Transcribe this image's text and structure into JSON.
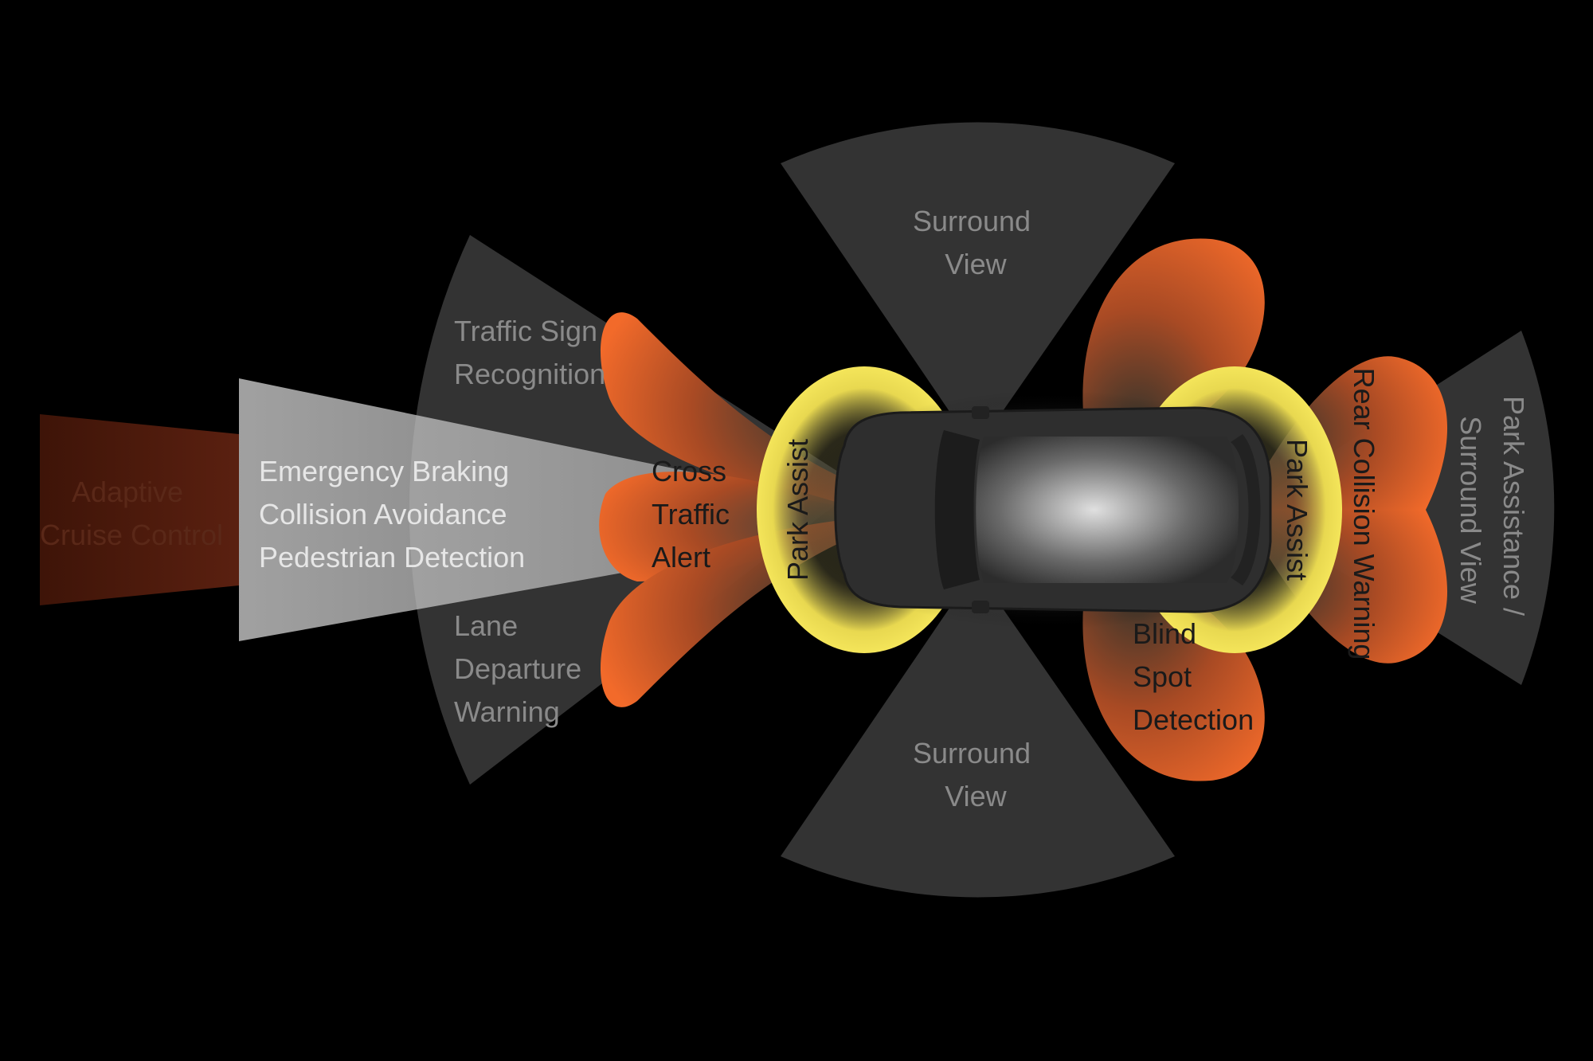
{
  "colors": {
    "background": "#000000",
    "zone_gray": "#333333",
    "beam_light": "#b5b5b5",
    "acc_beam": "#4a1a0c",
    "radar_orange": "#f26a2a",
    "park_assist_yellow": "#f2e24a",
    "car_body": "#3a3a3a"
  },
  "zones": {
    "adaptive_cruise_control": [
      "Adaptive",
      "Cruise Control"
    ],
    "emergency_braking": [
      "Emergency Braking",
      "Collision Avoidance",
      "Pedestrian Detection"
    ],
    "traffic_sign_recognition": [
      "Traffic Sign",
      "Recognition"
    ],
    "lane_departure_warning": [
      "Lane",
      "Departure",
      "Warning"
    ],
    "cross_traffic_alert": [
      "Cross",
      "Traffic",
      "Alert"
    ],
    "surround_view_top": [
      "Surround",
      "View"
    ],
    "surround_view_bottom": [
      "Surround",
      "View"
    ],
    "park_assist_front": "Park Assist",
    "park_assist_rear": "Park Assist",
    "rear_collision_warning": "Rear Collision Warning",
    "park_assistance_surround_view": [
      "Park Assistance /",
      "Surround View"
    ],
    "blind_spot_detection": [
      "Blind",
      "Spot",
      "Detection"
    ]
  }
}
